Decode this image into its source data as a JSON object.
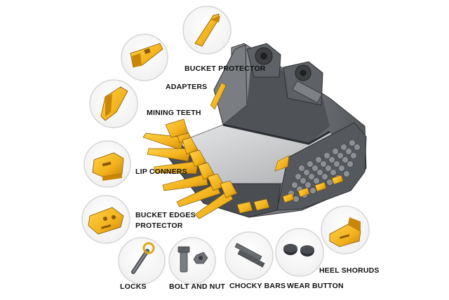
{
  "colors": {
    "part": "#f2b21c",
    "part_shade": "#c8860a",
    "steel": "#6b6e72",
    "steel_dark": "#3b3d40",
    "interior": "#c9cbcd"
  },
  "callouts": [
    {
      "id": "bucket-protector",
      "label": "BUCKET PROTECTOR",
      "icon": "bucket-protector-icon"
    },
    {
      "id": "adapters",
      "label": "ADAPTERS",
      "icon": "adapter-icon"
    },
    {
      "id": "mining-teeth",
      "label": "MINING TEETH",
      "icon": "mining-tooth-icon"
    },
    {
      "id": "lip-corners",
      "label": "LIP CONNERS",
      "icon": "lip-corner-icon"
    },
    {
      "id": "bucket-edges-protector",
      "label_lines": [
        "BUCKET EDGES",
        "PROTECTOR"
      ],
      "icon": "edge-protector-icon"
    },
    {
      "id": "locks",
      "label": "LOCKS",
      "icon": "lock-pin-icon"
    },
    {
      "id": "bolt-and-nut",
      "label": "BOLT AND NUT",
      "icon": "bolt-nut-icon"
    },
    {
      "id": "chocky-bars",
      "label": "CHOCKY BARS",
      "icon": "chocky-bar-icon"
    },
    {
      "id": "wear-button",
      "label": "WEAR BUTTON",
      "icon": "wear-button-icon"
    },
    {
      "id": "heel-shrouds",
      "label": "HEEL SHORUDS",
      "icon": "heel-shroud-icon"
    }
  ]
}
